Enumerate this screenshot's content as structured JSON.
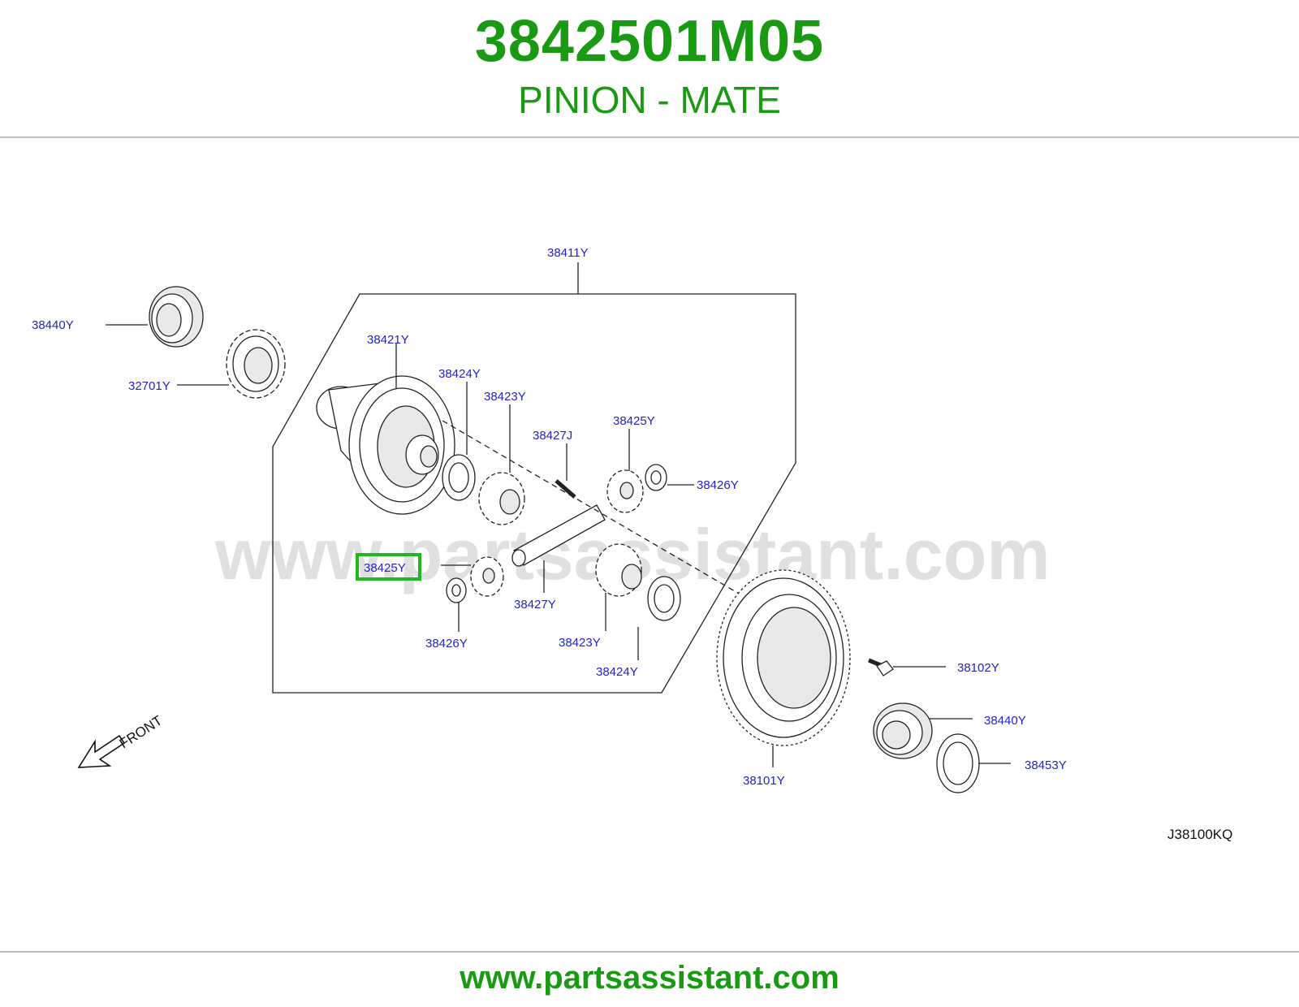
{
  "header": {
    "part_number": "3842501M05",
    "part_name": "PINION - MATE"
  },
  "diagram": {
    "watermark": "www.partsassistant.com",
    "front_label": "FRONT",
    "reference_code": "J38100KQ",
    "highlighted_callout": "38425Y",
    "callouts": {
      "c38411Y": "38411Y",
      "c38440Y_left": "38440Y",
      "c32701Y": "32701Y",
      "c38421Y": "38421Y",
      "c38424Y_top": "38424Y",
      "c38423Y_top": "38423Y",
      "c38427J": "38427J",
      "c38425Y_top": "38425Y",
      "c38426Y_right": "38426Y",
      "c38425Y_highlight": "38425Y",
      "c38427Y": "38427Y",
      "c38426Y_bottom": "38426Y",
      "c38423Y_bottom": "38423Y",
      "c38424Y_bottom": "38424Y",
      "c38102Y": "38102Y",
      "c38440Y_right": "38440Y",
      "c38453Y": "38453Y",
      "c38101Y": "38101Y"
    },
    "highlight_color": "#1fb81f",
    "callout_color": "#2323c8"
  },
  "footer": {
    "url": "www.partsassistant.com"
  }
}
